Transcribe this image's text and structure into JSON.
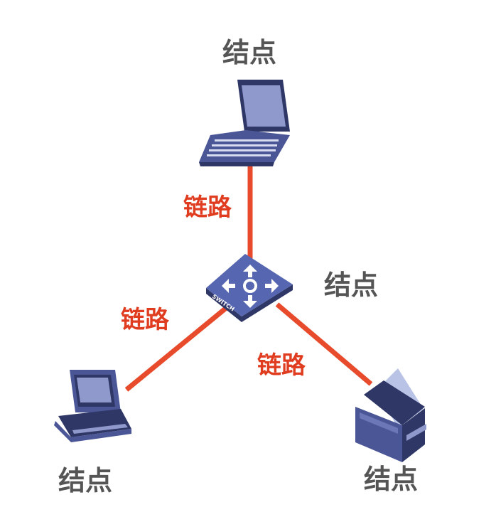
{
  "nodes": {
    "laptop": {
      "label": "结点"
    },
    "switch": {
      "label": "结点",
      "badge": "SWITCH"
    },
    "desktop": {
      "label": "结点"
    },
    "printer": {
      "label": "结点"
    }
  },
  "links": {
    "laptop_switch": {
      "label": "链路"
    },
    "switch_desktop": {
      "label": "链路"
    },
    "switch_printer": {
      "label": "链路"
    }
  },
  "colors": {
    "link": "#e84a2c",
    "link_label": "#e03c1f",
    "node_label": "#555555",
    "device_body": "#4b5696",
    "device_dark": "#2f3767",
    "device_light": "#8f99cc",
    "switch_top": "#5666b0"
  }
}
